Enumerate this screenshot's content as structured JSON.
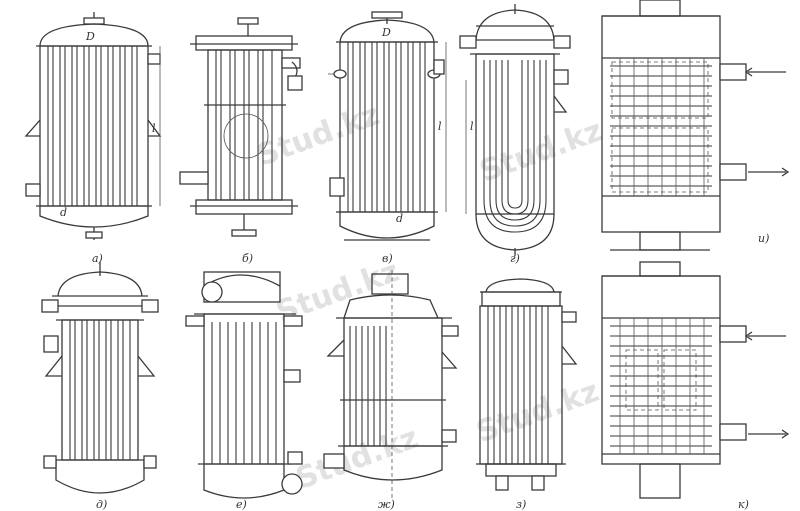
{
  "figure": {
    "panel_labels": [
      "а)",
      "б)",
      "в)",
      "г)",
      "д)",
      "е)",
      "ж)",
      "з)",
      "и)",
      "к)"
    ],
    "dimension_label": "l",
    "part_labels": {
      "top_head": "D",
      "bottom_head": "d"
    },
    "watermark": "Stud.kz"
  }
}
